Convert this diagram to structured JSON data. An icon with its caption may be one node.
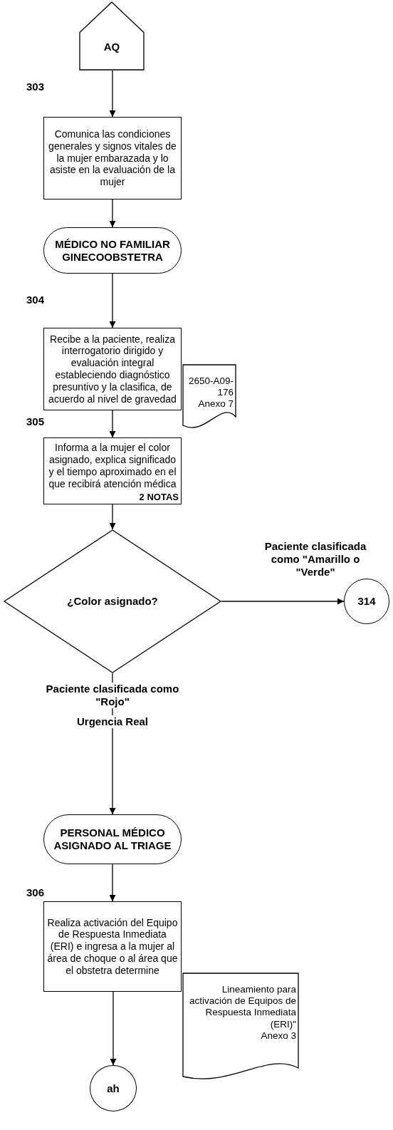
{
  "diagram": {
    "nodes": [
      {
        "text": [
          "AQ"
        ]
      },
      {
        "text": [
          "Comunica las condiciones generales y signos vitales de la mujer embarazada y lo asiste en la evaluación de la mujer"
        ],
        "beside": [
          "303"
        ]
      },
      {
        "text": [
          "MÉDICO NO FAMILIAR GINECOOBSTETRA"
        ]
      },
      {
        "text": [
          "Recibe a la paciente, realiza interrogatorio dirigido y evaluación integral estableciendo diagnóstico presuntivo y la clasifica, de acuerdo al nivel de gravedad"
        ],
        "beside": [
          "304"
        ]
      },
      {
        "text": [
          "2650-A09-176",
          "Anexo 7"
        ]
      },
      {
        "text": [
          "Informa a la mujer el color asignado, explica significado y el tiempo aproximado en el que recibirá atención médica",
          "2 NOTAS"
        ],
        "beside": [
          "305"
        ]
      },
      {
        "text": [
          "¿Color asignado?"
        ]
      },
      {
        "text": [
          "314"
        ]
      },
      {
        "text": [
          "PERSONAL MÉDICO ASIGNADO AL TRIAGE"
        ]
      },
      {
        "text": [
          "Realiza activación del Equipo de Respuesta Inmediata (ERI) e ingresa a la mujer al área de choque o al área que el obstetra determine"
        ],
        "beside": [
          "306"
        ]
      },
      {
        "text": [
          "Lineamiento para activación de Equipos de Respuesta Inmediata (ERI)\"",
          "Anexo 3"
        ]
      },
      {
        "text": [
          "ah"
        ]
      }
    ],
    "edges": [
      {
        "from": 0,
        "to": 1,
        "arrow": "to"
      },
      {
        "from": 1,
        "to": 2,
        "arrow": "to"
      },
      {
        "from": 2,
        "to": 3,
        "arrow": "to"
      },
      {
        "from": 3,
        "to": 5,
        "arrow": "to"
      },
      {
        "from": 5,
        "to": 6,
        "arrow": "to"
      },
      {
        "from": 6,
        "to": 7,
        "arrow": "to",
        "label": "Paciente clasificada como \"Amarillo o \"Verde\""
      },
      {
        "from": 6,
        "to": 8,
        "arrow": "to",
        "label": "Paciente clasificada como \"Rojo\""
      },
      {
        "from": 8,
        "to": 9,
        "arrow": "to"
      },
      {
        "from": 9,
        "to": 11,
        "arrow": "to"
      }
    ],
    "labels": [
      "Urgencia Real"
    ]
  }
}
